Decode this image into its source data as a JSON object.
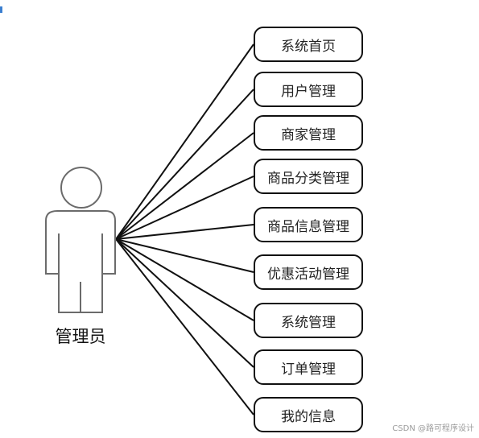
{
  "actor": {
    "label": "管理员"
  },
  "use_cases": [
    {
      "label": "系统首页"
    },
    {
      "label": "用户管理"
    },
    {
      "label": "商家管理"
    },
    {
      "label": "商品分类管理"
    },
    {
      "label": "商品信息管理"
    },
    {
      "label": "优惠活动管理"
    },
    {
      "label": "系统管理"
    },
    {
      "label": "订单管理"
    },
    {
      "label": "我的信息"
    }
  ],
  "watermark": "CSDN @路可程序设计",
  "colors": {
    "line": "#111111",
    "actor_outline": "#6b6b6b",
    "text": "#222222"
  }
}
